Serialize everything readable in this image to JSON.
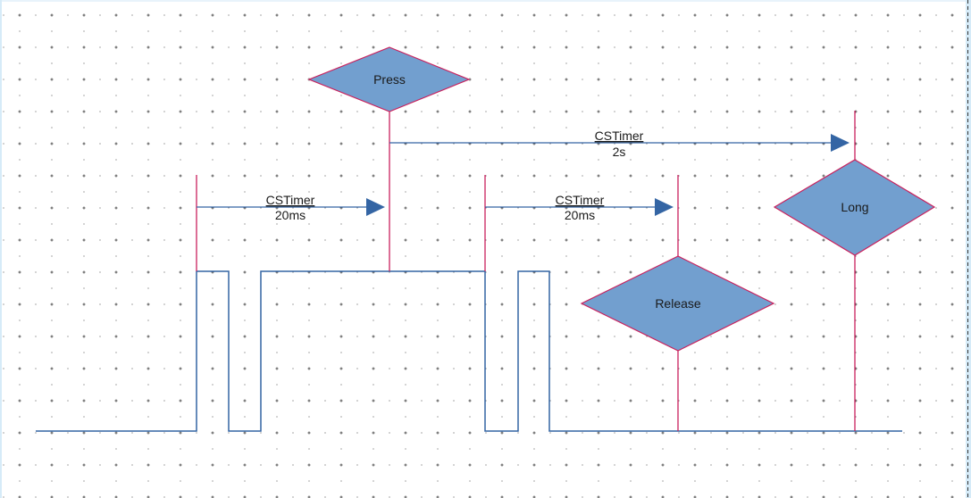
{
  "diagram": {
    "decisions": [
      {
        "id": "press",
        "label": "Press"
      },
      {
        "id": "long",
        "label": "Long"
      },
      {
        "id": "release",
        "label": "Release"
      }
    ],
    "timers": [
      {
        "id": "timer-20ms-a",
        "name": "CSTimer",
        "duration": "20ms"
      },
      {
        "id": "timer-2s",
        "name": "CSTimer",
        "duration": "2s"
      },
      {
        "id": "timer-20ms-b",
        "name": "CSTimer",
        "duration": "20ms"
      }
    ]
  },
  "colors": {
    "diamond_fill": "#729fcf",
    "diamond_stroke": "#c9215d",
    "marker_line": "#c9215d",
    "signal_line": "#3465a4",
    "arrow": "#3465a4",
    "grid_dot": "#555555"
  }
}
